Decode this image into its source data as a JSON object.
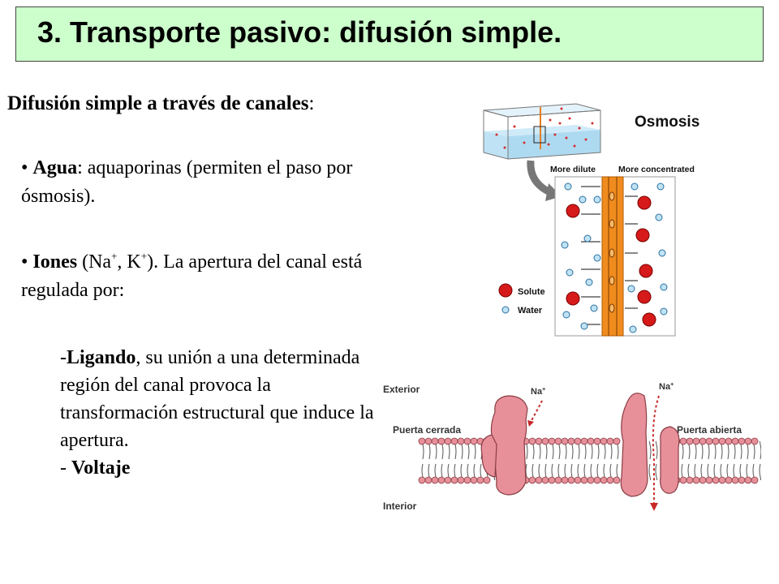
{
  "header": {
    "title": "3. Transporte pasivo: difusión simple."
  },
  "main": {
    "subtitle_bold": "Difusión simple a través de canales",
    "subtitle_colon": ":",
    "bullet_char": "•",
    "agua": {
      "term": "Agua",
      "text": ": aquaporinas (permiten el paso por ósmosis)."
    },
    "iones": {
      "term": "Iones",
      "open": " (Na",
      "sup1": "+",
      "mid": ", K",
      "sup2": "+",
      "rest": "). La apertura del canal está regulada por:"
    },
    "ligando": {
      "dash": "-",
      "term": "Ligando",
      "text": ", su unión a una determinada región del canal provoca la transformación estructural que induce la apertura."
    },
    "voltaje": {
      "dash": "- ",
      "term": "Voltaje"
    }
  },
  "osmosis_figure": {
    "title": "Osmosis",
    "left_label": "More dilute",
    "right_label": "More concentrated",
    "legend_solute": "Solute",
    "legend_water": "Water",
    "colors": {
      "solute": "#cc1111",
      "water": "#bfe3f5",
      "membrane": "#f08c1e"
    }
  },
  "channel_figure": {
    "exterior": "Exterior",
    "interior": "Interior",
    "closed_gate": "Puerta cerrada",
    "open_gate": "Puerta abierta",
    "ion_left": "Na",
    "ion_left_sup": "+",
    "ion_right": "Na",
    "ion_right_sup": "+",
    "colors": {
      "protein": "#e8909a",
      "arrow": "#c62828"
    }
  }
}
